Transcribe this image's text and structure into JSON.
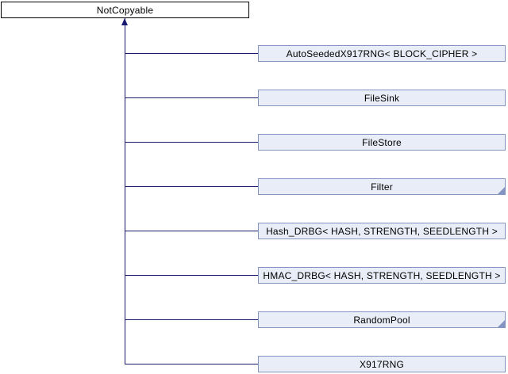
{
  "diagram": {
    "type": "class-inheritance-diagram",
    "base_class": {
      "label": "NotCopyable"
    },
    "derived_classes": [
      {
        "label": "AutoSeededX917RNG< BLOCK_CIPHER >",
        "truncated": false
      },
      {
        "label": "FileSink",
        "truncated": false
      },
      {
        "label": "FileStore",
        "truncated": false
      },
      {
        "label": "Filter",
        "truncated": true
      },
      {
        "label": "Hash_DRBG< HASH, STRENGTH, SEEDLENGTH >",
        "truncated": false
      },
      {
        "label": "HMAC_DRBG< HASH, STRENGTH, SEEDLENGTH >",
        "truncated": false
      },
      {
        "label": "RandomPool",
        "truncated": true
      },
      {
        "label": "X917RNG",
        "truncated": false
      }
    ],
    "colors": {
      "edge": "#191970",
      "derived_fill": "#e8edf7",
      "derived_border": "#8595c2",
      "base_fill": "#ffffff",
      "base_border": "#000000",
      "text": "#000000",
      "background": "#ffffff"
    }
  }
}
